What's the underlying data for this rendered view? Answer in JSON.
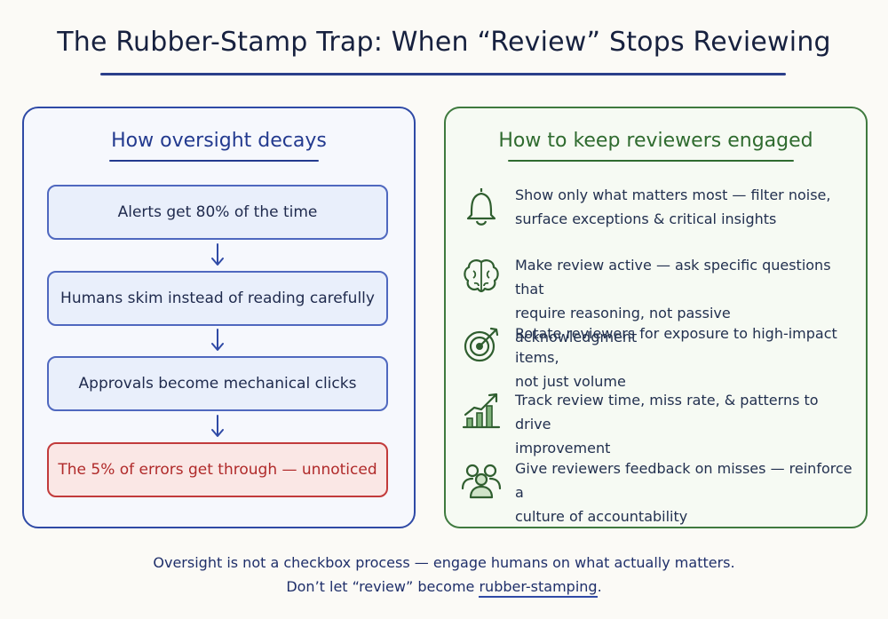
{
  "title": "The Rubber-Stamp Trap: When “Review” Stops Reviewing",
  "left_panel": {
    "heading": "How oversight decays",
    "steps": [
      "Alerts get 80% of the time",
      "Humans skim instead of reading carefully",
      "Approvals become mechanical clicks",
      "The 5% of errors get through — unnoticed"
    ]
  },
  "right_panel": {
    "heading": "How to keep reviewers engaged",
    "tips": [
      {
        "icon": "bell-icon",
        "line1": "Show only what matters most — filter noise,",
        "line2": "surface exceptions & critical insights"
      },
      {
        "icon": "brain-icon",
        "line1": "Make review active — ask specific questions that",
        "line2": "require reasoning, not passive acknowledgment"
      },
      {
        "icon": "target-icon",
        "line1": "Rotate reviewers for exposure to high-impact items,",
        "line2": "not just volume"
      },
      {
        "icon": "chart-growth-icon",
        "line1": "Track review time, miss rate, & patterns to drive",
        "line2": "improvement"
      },
      {
        "icon": "people-icon",
        "line1": "Give reviewers feedback on misses — reinforce a",
        "line2": "culture of accountability"
      }
    ]
  },
  "footer": {
    "line1": "Oversight is not a checkbox process — engage humans on what actually matters.",
    "line2_prefix": "Don’t let “review” become ",
    "line2_link": "rubber-stamping",
    "line2_suffix": "."
  },
  "colors": {
    "left_accent": "#2f4aa6",
    "right_accent": "#3f7a3f",
    "error": "#c23b3b"
  }
}
